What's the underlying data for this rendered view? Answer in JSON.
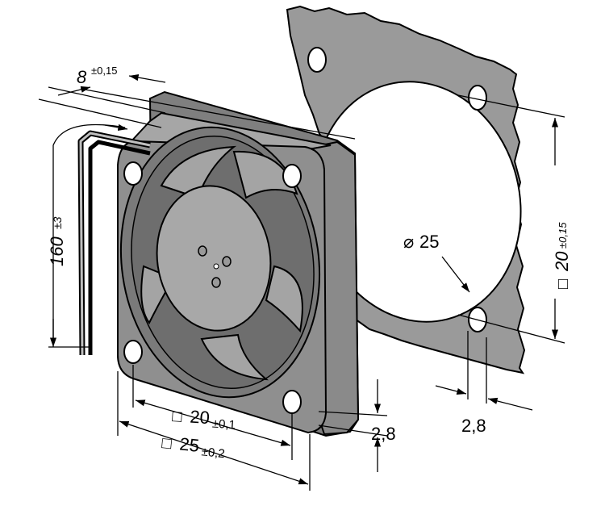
{
  "dimensions": {
    "thickness": {
      "value": "8",
      "tolerance": "±0,15"
    },
    "cable_length": {
      "value": "160",
      "tolerance": "±3"
    },
    "hole_spacing_fan": {
      "prefix": "□",
      "value": "20",
      "tolerance": "±0,1"
    },
    "frame_size": {
      "prefix": "□",
      "value": "25",
      "tolerance": "±0,2"
    },
    "flange_thickness": {
      "value": "2,8"
    },
    "gasket_hole_offset": {
      "value": "2,8"
    },
    "gasket_opening": {
      "prefix": "⌀",
      "value": "25"
    },
    "hole_spacing_gasket": {
      "prefix": "□",
      "value": "20",
      "tolerance": "±0,15"
    }
  },
  "colors": {
    "fan_body": "#8f8f8f",
    "fan_dark": "#6e6e6e",
    "fan_light": "#a8a8a8",
    "gasket": "#9a9a9a",
    "line": "#000000"
  }
}
